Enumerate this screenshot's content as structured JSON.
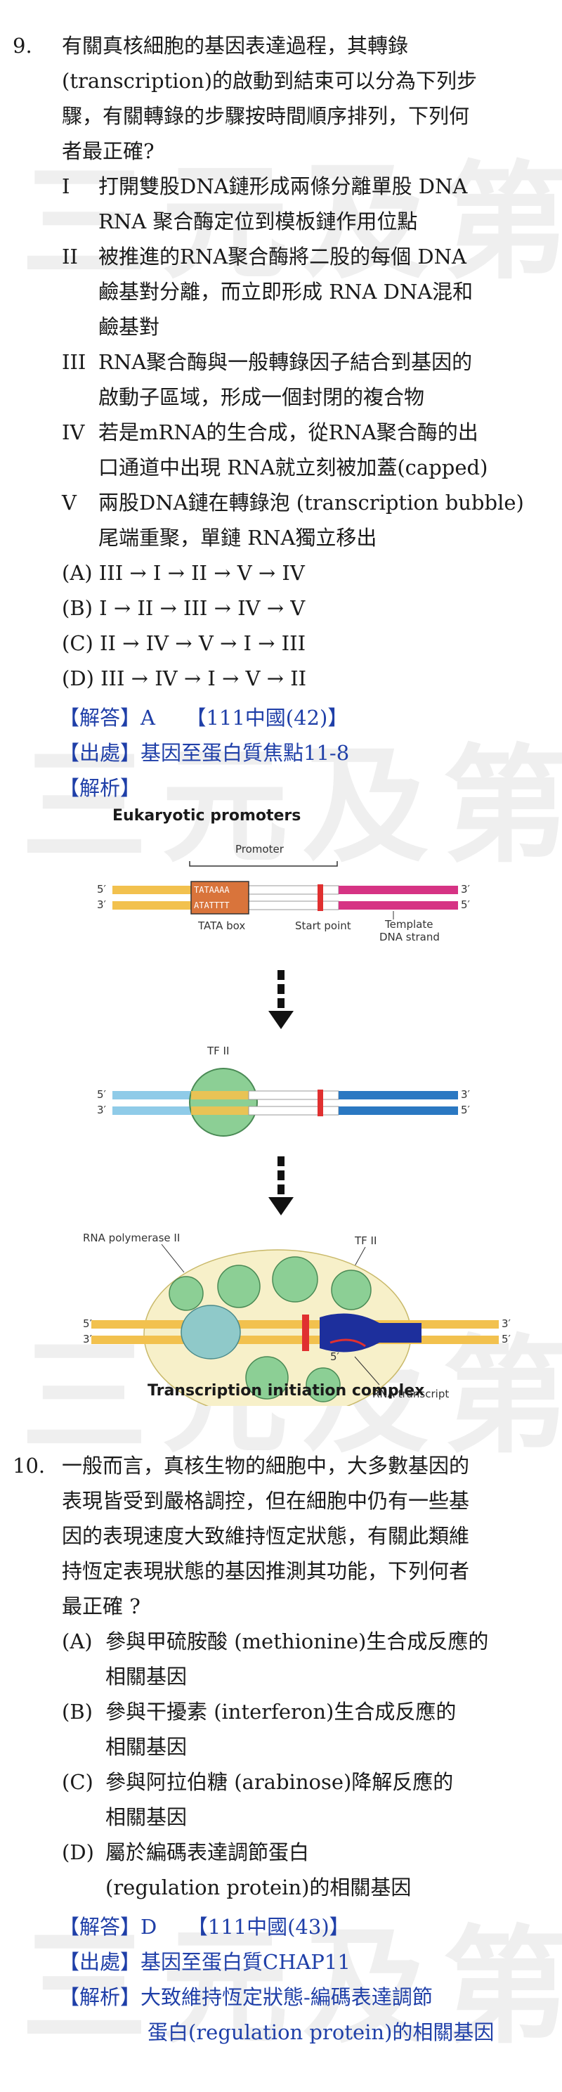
{
  "watermark": "三元及第",
  "q9": {
    "number": "9.",
    "stem_lines": [
      "有關真核細胞的基因表達過程，其轉錄",
      "(transcription)的啟動到結束可以分為下列步",
      "驟，有關轉錄的步驟按時間順序排列，下列何",
      "者最正確?"
    ],
    "steps": [
      {
        "roman": "I",
        "lines": [
          "打開雙股DNA鏈形成兩條分離單股 DNA",
          "RNA 聚合酶定位到模板鏈作用位點"
        ]
      },
      {
        "roman": "II",
        "lines": [
          "被推進的RNA聚合酶將二股的每個 DNA",
          "鹼基對分離，而立即形成 RNA DNA混和",
          "鹼基對"
        ]
      },
      {
        "roman": "III",
        "lines": [
          "RNA聚合酶與一般轉錄因子結合到基因的",
          "啟動子區域，形成一個封閉的複合物"
        ]
      },
      {
        "roman": "IV",
        "lines": [
          "若是mRNA的生合成，從RNA聚合酶的出",
          "口通道中出現 RNA就立刻被加蓋(capped)"
        ]
      },
      {
        "roman": "V",
        "lines": [
          "兩股DNA鏈在轉錄泡 (transcription bubble)",
          "尾端重聚，單鏈 RNA獨立移出"
        ]
      }
    ],
    "options": [
      "(A) III → I → II → V → IV",
      "(B) I → II → III → IV → V",
      "(C) II → IV → V → I → III",
      "(D) III → IV → I → V → II"
    ],
    "answer_label": "【解答】A　　【111中國(42)】",
    "source_label": "【出處】基因至蛋白質焦點11-8",
    "analysis_label": "【解析】"
  },
  "figure": {
    "title": "Eukaryotic promoters",
    "promoter": "Promoter",
    "tata_top": "TATAAAA",
    "tata_bottom": "ATATTTT",
    "tata_box": "TATA box",
    "start_point": "Start point",
    "template1": "Template",
    "template2": "DNA strand",
    "tf2a": "TF II",
    "rna_pol": "RNA polymerase II",
    "tf2b": "TF II",
    "rna_transcript": "RNA transcript",
    "complex": "Transcription initiation complex",
    "p5": "5′",
    "p3": "3′",
    "colors": {
      "yellow": "#f2c14e",
      "magenta": "#d63384",
      "lightblue": "#8fcbe8",
      "darkblue": "#2a78c2",
      "green": "#8ccf95",
      "navy": "#1d2f9c"
    }
  },
  "q10": {
    "number": "10.",
    "stem_lines": [
      "一般而言，真核生物的細胞中，大多數基因的",
      "表現皆受到嚴格調控，但在細胞中仍有一些基",
      "因的表現速度大致維持恆定狀態，有關此類維",
      "持恆定表現狀態的基因推測其功能，下列何者",
      "最正確 ?"
    ],
    "options": [
      {
        "key": "(A)",
        "lines": [
          "參與甲硫胺酸 (methionine)生合成反應的",
          "相關基因"
        ]
      },
      {
        "key": "(B)",
        "lines": [
          "參與干擾素 (interferon)生合成反應的",
          "相關基因"
        ]
      },
      {
        "key": "(C)",
        "lines": [
          "參與阿拉伯糖 (arabinose)降解反應的",
          "相關基因"
        ]
      },
      {
        "key": "(D)",
        "lines": [
          "屬於編碼表達調節蛋白",
          "(regulation protein)的相關基因"
        ]
      }
    ],
    "answer_label": "【解答】D　　【111中國(43)】",
    "source_label": "【出處】基因至蛋白質CHAP11",
    "analysis_lines": [
      "【解析】大致維持恆定狀態-編碼表達調節",
      "蛋白(regulation protein)的相關基因"
    ]
  }
}
